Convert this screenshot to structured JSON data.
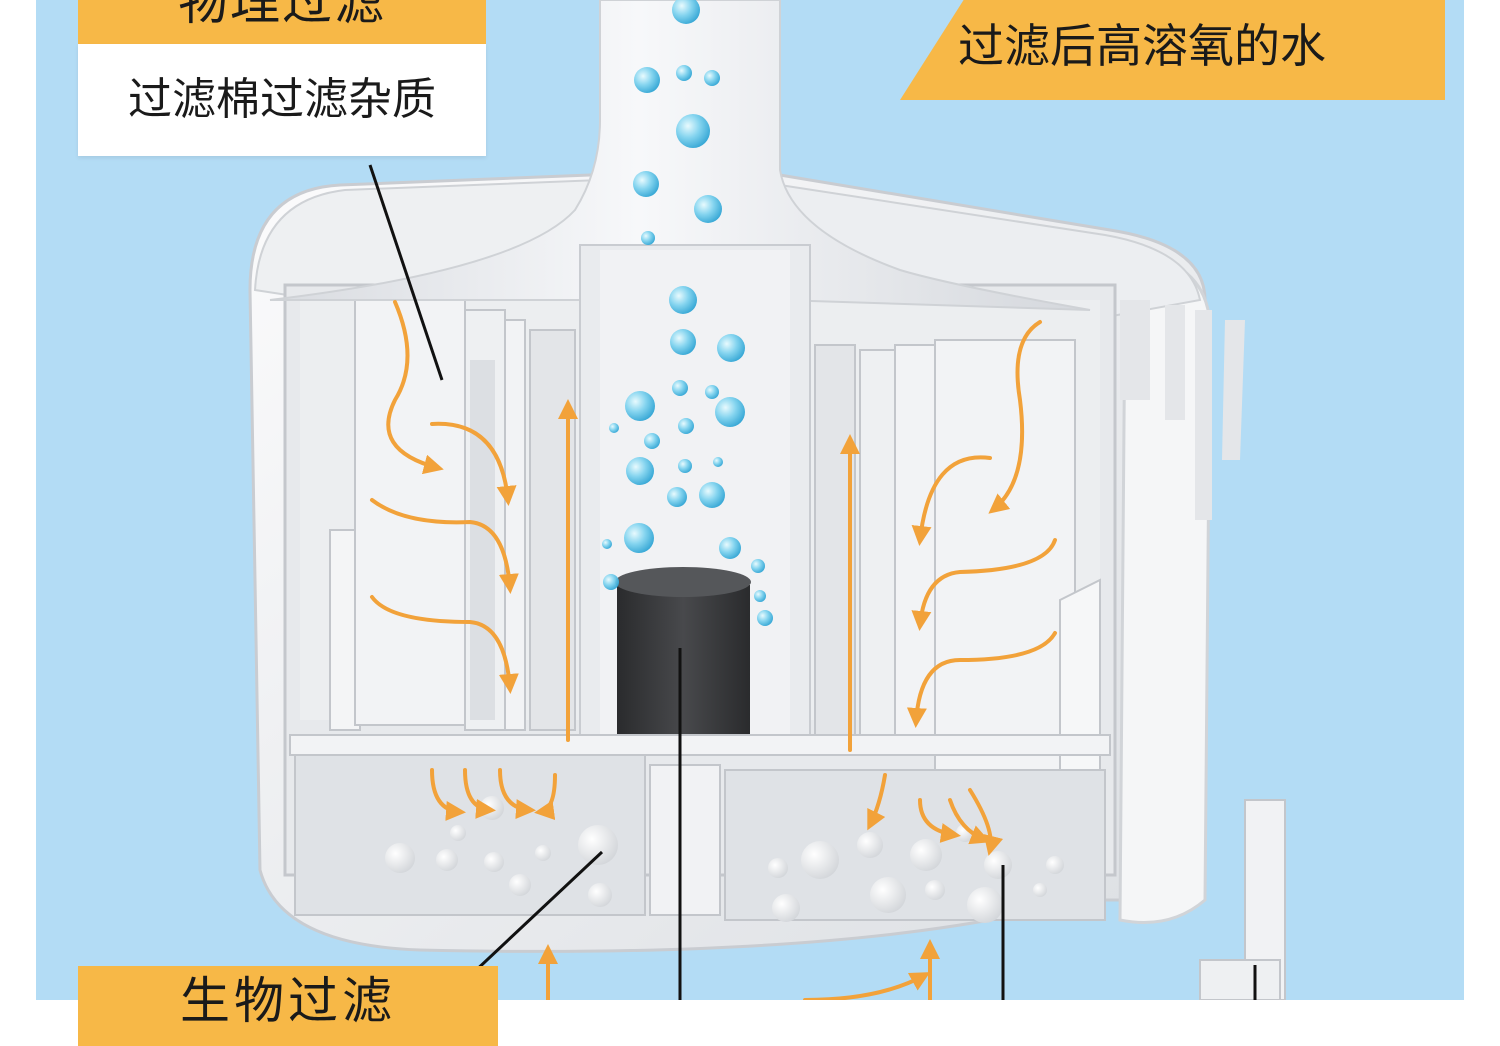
{
  "labels": {
    "physical_filter": "物理过滤",
    "cotton_filter": "过滤棉过滤杂质",
    "high_oxygen_water": "过滤后高溶氧的水",
    "bio_filter": "生物过滤"
  },
  "colors": {
    "background": "#b3dcf5",
    "accent_orange": "#f7b847",
    "flow_arrow": "#f2a23a",
    "housing": "#f2f2f3",
    "housing_shade": "#d9dbde",
    "pump_motor": "#333436",
    "bubble": "#4ab8e0"
  },
  "icons": {
    "flow": "flow-arrow-icon",
    "bubble": "air-bubble-icon",
    "pump": "pump-motor-icon"
  }
}
